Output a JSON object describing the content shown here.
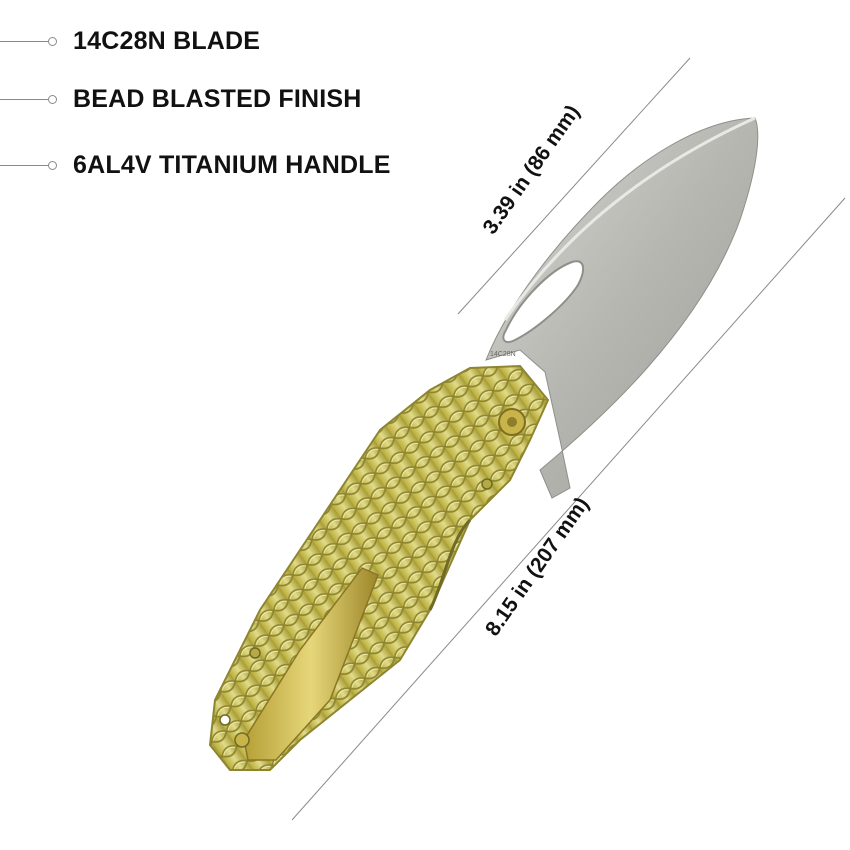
{
  "specs": [
    {
      "label": "14C28N BLADE"
    },
    {
      "label": "BEAD BLASTED FINISH"
    },
    {
      "label": "6AL4V TITANIUM  HANDLE"
    }
  ],
  "dimensions": {
    "blade_length": "3.39 in (86 mm)",
    "overall_length": "8.15 in (207 mm)"
  },
  "blade_stamp": "14C28N",
  "colors": {
    "blade": "#b9b9b5",
    "handle": "#c8c25a",
    "clip": "#c9b44a",
    "line": "#8a8a8a"
  }
}
